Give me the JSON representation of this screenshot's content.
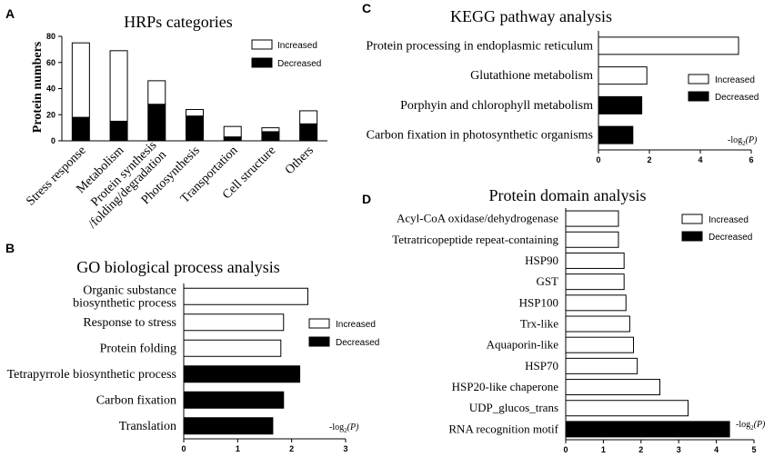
{
  "chart_data": [
    {
      "panel": "A",
      "type": "bar",
      "stacked": true,
      "title": "HRPs categories",
      "ylabel": "Protein numbers",
      "ylim": [
        0,
        80
      ],
      "yticks": [
        0,
        20,
        40,
        60,
        80
      ],
      "categories": [
        "Stress response",
        "Metabolism",
        "Protein synthesis /folding/degradation",
        "Photosynthesis",
        "Transportation",
        "Cell structure",
        "Others"
      ],
      "category_lines": [
        [
          "Stress response"
        ],
        [
          "Metabolism"
        ],
        [
          "Protein synthesis",
          "/folding/degradation"
        ],
        [
          "Photosynthesis"
        ],
        [
          "Transportation"
        ],
        [
          "Cell structure"
        ],
        [
          "Others"
        ]
      ],
      "series": [
        {
          "name": "Decreased",
          "color": "#000000",
          "values": [
            18,
            15,
            28,
            19,
            3,
            7,
            13
          ]
        },
        {
          "name": "Increased",
          "color": "#ffffff",
          "values": [
            57,
            54,
            18,
            5,
            8,
            3,
            10
          ]
        }
      ],
      "legend_position": "top-right"
    },
    {
      "panel": "B",
      "type": "bar",
      "orientation": "horizontal",
      "title": "GO biological process analysis",
      "xlabel": "-log2(P)",
      "xlim": [
        0,
        3
      ],
      "xticks": [
        0,
        1,
        2,
        3
      ],
      "categories": [
        "Organic substance biosynthetic process",
        "Response to stress",
        "Protein folding",
        "Tetrapyrrole biosynthetic process",
        "Carbon fixation",
        "Translation"
      ],
      "category_lines": [
        [
          "Organic substance",
          "biosynthetic process"
        ],
        [
          "Response to stress"
        ],
        [
          "Protein folding"
        ],
        [
          "Tetrapyrrole biosynthetic process"
        ],
        [
          "Carbon fixation"
        ],
        [
          "Translation"
        ]
      ],
      "values": [
        2.3,
        1.85,
        1.8,
        2.15,
        1.85,
        1.65
      ],
      "status": [
        "Increased",
        "Increased",
        "Increased",
        "Decreased",
        "Decreased",
        "Decreased"
      ],
      "legend": [
        "Increased",
        "Decreased"
      ],
      "legend_position": "right"
    },
    {
      "panel": "C",
      "type": "bar",
      "orientation": "horizontal",
      "title": "KEGG pathway analysis",
      "xlabel": "-log2(P)",
      "xlim": [
        0,
        6
      ],
      "xticks": [
        0,
        2,
        4,
        6
      ],
      "categories": [
        "Protein processing in endoplasmic reticulum",
        "Glutathione metabolism",
        "Porphyin and chlorophyll metabolism",
        "Carbon fixation in photosynthetic organisms"
      ],
      "values": [
        5.5,
        1.9,
        1.7,
        1.35
      ],
      "status": [
        "Increased",
        "Increased",
        "Decreased",
        "Decreased"
      ],
      "legend": [
        "Increased",
        "Decreased"
      ],
      "legend_position": "right"
    },
    {
      "panel": "D",
      "type": "bar",
      "orientation": "horizontal",
      "title": "Protein domain analysis",
      "xlabel": "-log2(P)",
      "xlim": [
        0,
        5
      ],
      "xticks": [
        0,
        1,
        2,
        3,
        4,
        5
      ],
      "categories": [
        "Acyl-CoA oxidase/dehydrogenase",
        "Tetratricopeptide repeat-containing",
        "HSP90",
        "GST",
        "HSP100",
        "Trx-like",
        "Aquaporin-like",
        "HSP70",
        "HSP20-like chaperone",
        "UDP_glucos_trans",
        "RNA recognition motif"
      ],
      "values": [
        1.4,
        1.4,
        1.55,
        1.55,
        1.6,
        1.7,
        1.8,
        1.9,
        2.5,
        3.25,
        4.35
      ],
      "status": [
        "Increased",
        "Increased",
        "Increased",
        "Increased",
        "Increased",
        "Increased",
        "Increased",
        "Increased",
        "Increased",
        "Increased",
        "Decreased"
      ],
      "legend": [
        "Increased",
        "Decreased"
      ],
      "legend_position": "top-right"
    }
  ],
  "panel_labels": [
    "A",
    "B",
    "C",
    "D"
  ],
  "legend_labels": {
    "increased": "Increased",
    "decreased": "Decreased"
  },
  "axis_unit": {
    "prefix": "-log",
    "sub": "2",
    "suffix": "(P)"
  },
  "colors": {
    "increased": "#ffffff",
    "decreased": "#000000",
    "stroke": "#000000"
  }
}
